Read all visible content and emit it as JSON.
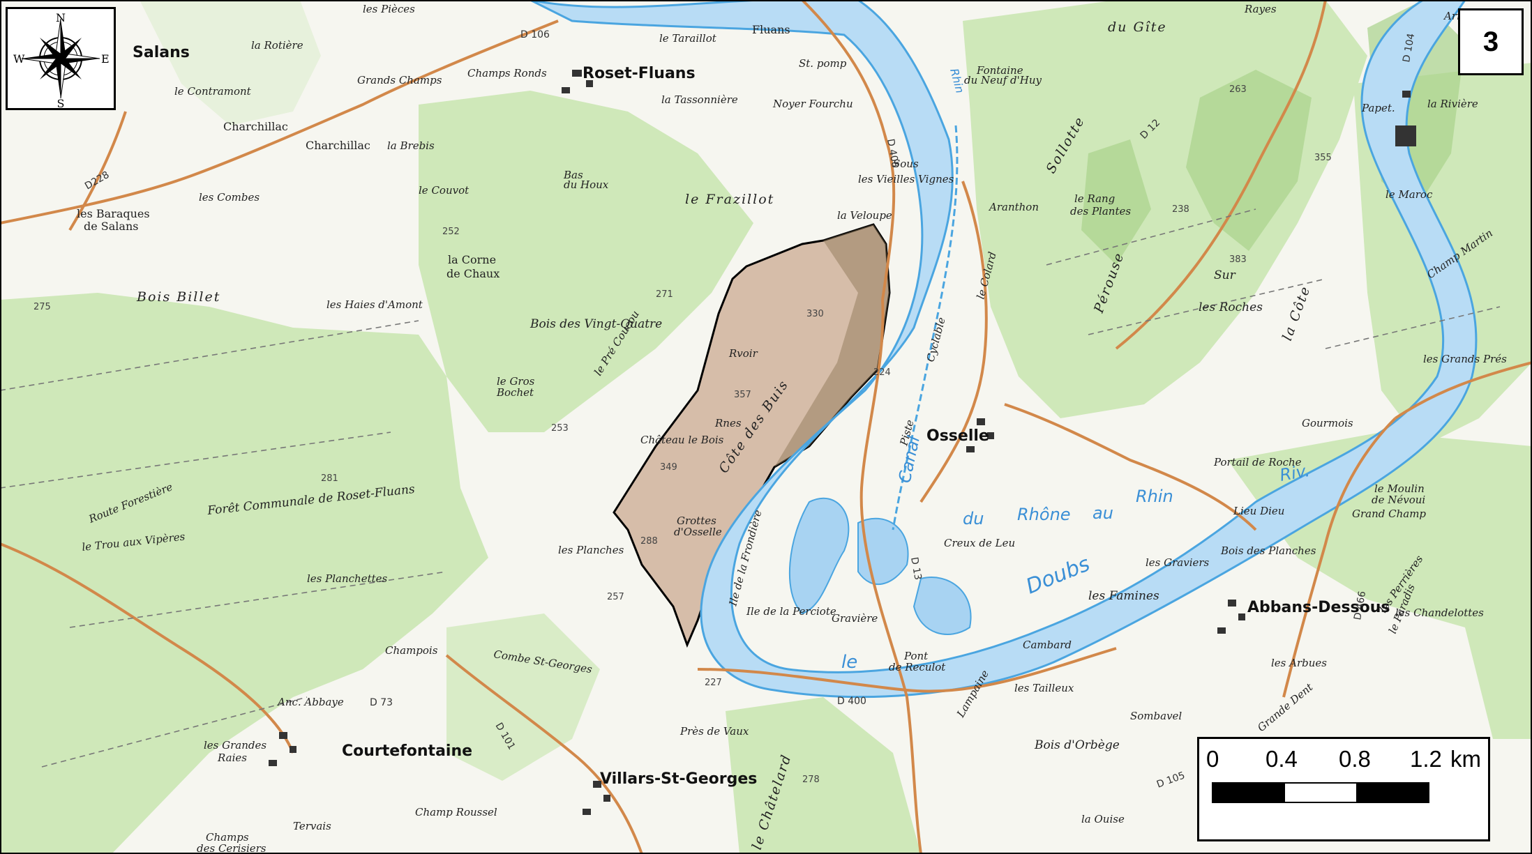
{
  "map": {
    "sheet_number": "3",
    "compass": {
      "n": "N",
      "s": "S",
      "e": "E",
      "w": "W"
    },
    "scale": {
      "ticks": [
        "0",
        "0.4",
        "0.8",
        "1.2"
      ],
      "unit": "km",
      "colors": [
        "#000000",
        "#ffffff",
        "#000000"
      ]
    },
    "colors": {
      "forest": "#cfe8b9",
      "forest_dark": "#a9d38c",
      "river": "#b8dcf5",
      "river_edge": "#4aa5e0",
      "road": "#d2884a",
      "polygon_fill": "#c9a58a",
      "polygon_stroke": "#000000"
    },
    "places": {
      "salans": "Salans",
      "roset_fluans": "Roset-Fluans",
      "fluans": "Fluans",
      "osselle": "Osselle",
      "courtefontaine": "Courtefontaine",
      "villars": "Villars-St-Georges",
      "abbans": "Abbans-Dessous"
    },
    "labels": {
      "les_pieces": "les Pièces",
      "la_rotiere": "la Rotière",
      "grands_champs": "Grands Champs",
      "champs_ronds": "Champs Ronds",
      "le_contramont": "le Contramont",
      "charchillac1": "Charchillac",
      "charchillac2": "Charchillac",
      "la_brebis": "la Brebis",
      "le_couvot": "le Couvot",
      "les_combes": "les Combes",
      "baraques": "les Baraques",
      "de_salans": "de Salans",
      "bois_billet": "Bois Billet",
      "la_corne": "la Corne",
      "de_chaux": "de Chaux",
      "haies_amont": "les Haies d'Amont",
      "bois_vingt_quatre": "Bois des Vingt-Quatre",
      "le_gros": "le Gros",
      "bochet": "Bochet",
      "pre_coucou": "le Pré Coucou",
      "le_frazillot": "le Frazillot",
      "bas_du": "Bas",
      "du_houx": "du Houx",
      "la_tassonniere": "la Tassonnière",
      "le_taraillot": "le Taraillot",
      "noyer_fourchu": "Noyer Fourchu",
      "sous": "Sous",
      "vieilles_vignes": "les Vieilles Vignes",
      "la_veloupe": "la Veloupe",
      "cote_des_buis": "Côte des Buis",
      "chateau_le_bois": "Château le Bois",
      "grottes": "Grottes",
      "d_osselle": "d'Osselle",
      "rnes": "Rnes",
      "rvoir": "Rvoir",
      "foret_communale": "Forêt Communale de Roset-Fluans",
      "route_forestiere": "Route Forestière",
      "trou_vipere": "le Trou aux Vipères",
      "les_planchettes": "les Planchettes",
      "les_planches": "les Planches",
      "champois": "Champois",
      "combe_st_georges": "Combe St-Georges",
      "pres_de_vaux": "Près de Vaux",
      "les_grandes": "les Grandes",
      "raies": "Raies",
      "champ_roussel": "Champ Roussel",
      "tervais": "Tervais",
      "champs": "Champs",
      "des_cerisiers": "des Cerisiers",
      "ile_perciote": "Ile de la Perciote",
      "ile_frondiere": "Ile de la Frondière",
      "graviere": "Gravière",
      "pont_reculot": "de Reculot",
      "pont": "Pont",
      "creux_de_leu": "Creux de Leu",
      "cambard": "Cambard",
      "les_tailleux": "les Tailleux",
      "lampaine": "Lampaine",
      "bois_orbege": "Bois d'Orbège",
      "sombavel": "Sombavel",
      "les_graviers": "les Graviers",
      "les_famines": "les Famines",
      "aranthon": "Aranthon",
      "le_colard": "le Colard",
      "le_rang": "le Rang",
      "des_plantes": "des Plantes",
      "sollotte": "Sollotte",
      "perouse": "Pérouse",
      "sur": "Sur",
      "les_roches": "les Roches",
      "la_cote": "la Côte",
      "du_gite": "du Gîte",
      "fontaine": "Fontaine",
      "du_neuf_huy": "du Neuf d'Huy",
      "gourmois": "Gourmois",
      "portail_de_roche": "Portail de Roche",
      "lieu_dieu": "Lieu Dieu",
      "grand_champ": "Grand Champ",
      "le_moulin": "le Moulin",
      "de_nevoui": "de Névoui",
      "bois_des_planches": "Bois des Planches",
      "les_grands_pres": "les Grands Prés",
      "champ_martin": "Champ Martin",
      "le_maroc": "le Maroc",
      "la_riviere": "la Rivière",
      "papet": "Papet.",
      "rayes": "Rayes",
      "les_perrieres": "les Perrières",
      "le_paradis": "le Paradis",
      "les_chandelottes": "les Chandelottes",
      "les_arbues": "les Arbues",
      "grande_dent": "Grande Dent",
      "la_ouise": "la Ouise",
      "le_chatelard": "le Châtelard",
      "cyclable": "Cyclable",
      "piste": "Piste",
      "anc_abbaye": "Anc. Abbaye",
      "st_pomp": "St. pomp",
      "arret": "Arrêt"
    },
    "water": {
      "doubs": "Doubs",
      "le": "le",
      "canal": "Canal",
      "du": "du",
      "rhone": "Rhône",
      "au": "au",
      "rhin": "Rhin",
      "riv": "Riv.",
      "rhin_top": "Rhin"
    },
    "roads": {
      "d408": "D 408",
      "d13": "D 13",
      "d400": "D 400",
      "d101": "D 101",
      "d73": "D 73",
      "d12": "D 12",
      "d105": "D 105",
      "d106": "D 106",
      "d228": "D228",
      "d466": "D 466",
      "d104": "D 104"
    },
    "elevations": {
      "e330": "330",
      "e357": "357",
      "e349": "349",
      "e288": "288",
      "e257": "257",
      "e224": "224",
      "e227": "227",
      "e253": "253",
      "e271": "271",
      "e281": "281",
      "e275": "275",
      "e383": "383",
      "e355": "355",
      "e263": "263",
      "e238": "238",
      "e252": "252",
      "e278": "278"
    }
  }
}
